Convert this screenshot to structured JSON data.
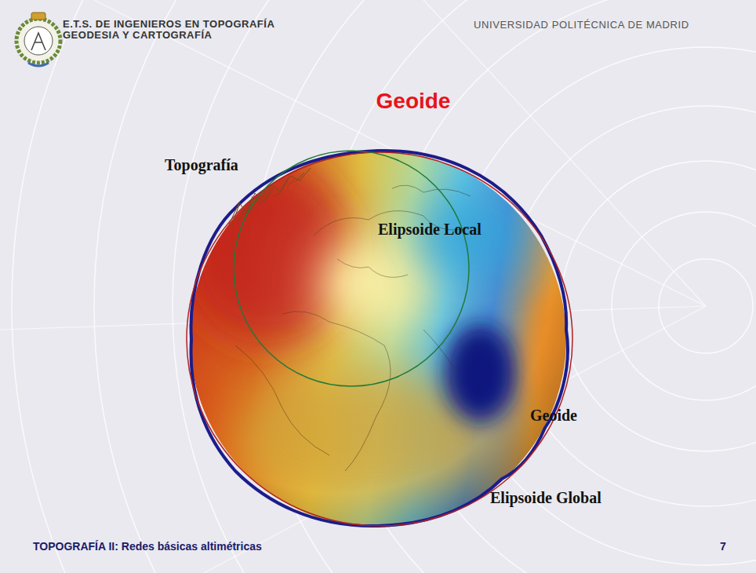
{
  "diagram": {
    "title": "Geoide",
    "labels": [
      "E.T.S. DE INGENIEROS EN TOPOGRAFÍA GEODESIA Y CARTOGRAFÍA",
      "UNIVERSIDAD POLITÉCNICA DE MADRID",
      "Topografía",
      "Elipsoide Local",
      "Geoide",
      "Elipsoide Global",
      "TOPOGRAFÍA II: Redes básicas altimétricas",
      "7"
    ]
  }
}
